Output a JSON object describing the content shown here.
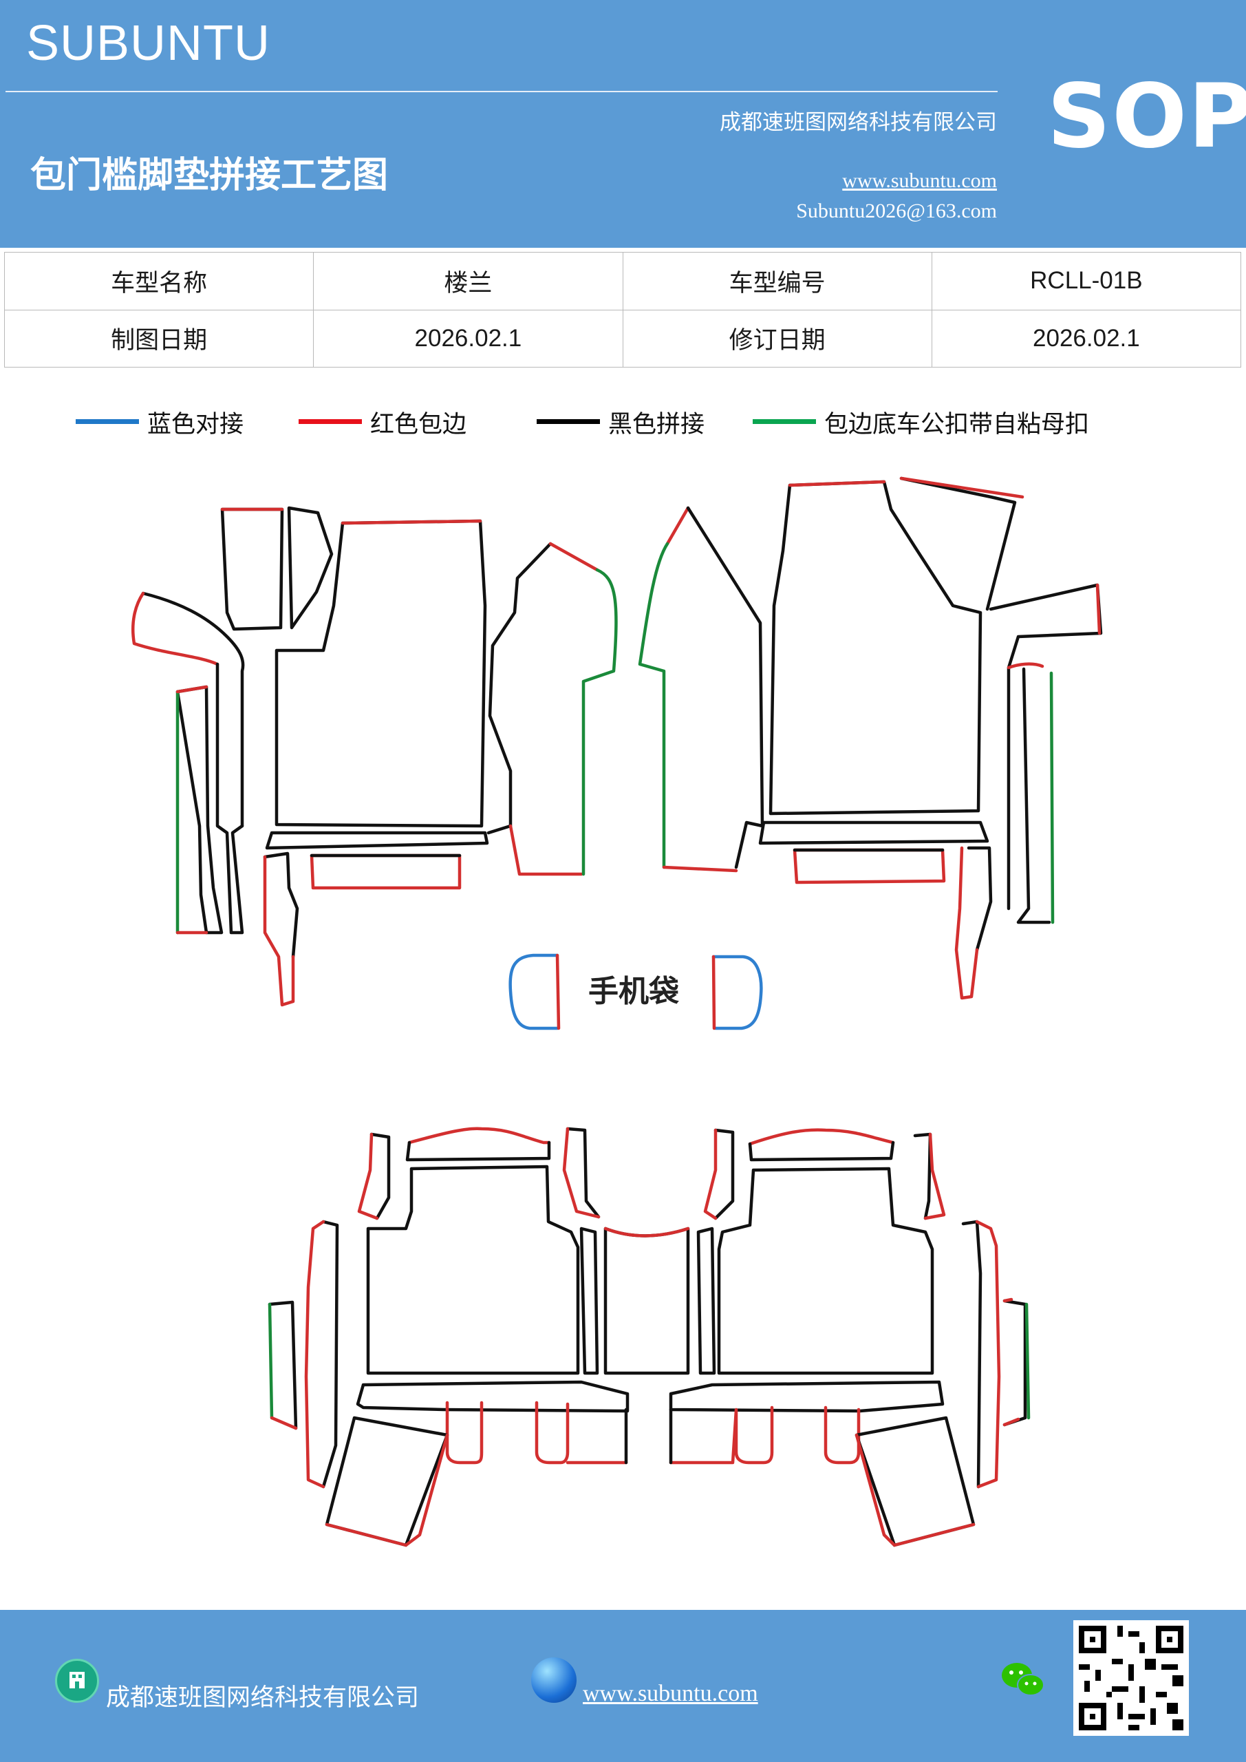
{
  "header": {
    "brand": "SUBUNTU",
    "title": "包门槛脚垫拼接工艺图",
    "company": "成都速班图网络科技有限公司",
    "website": "www.subuntu.com",
    "email": "Subuntu2026@163.com",
    "badge": "SOP"
  },
  "info_table": {
    "model_name_label": "车型名称",
    "model_name_value": "楼兰",
    "model_code_label": "车型编号",
    "model_code_value": "RCLL-01B",
    "draw_date_label": "制图日期",
    "draw_date_value": "2026.02.1",
    "revise_date_label": "修订日期",
    "revise_date_value": "2026.02.1"
  },
  "legend": [
    {
      "label": "蓝色对接",
      "color": "#1f78c8"
    },
    {
      "label": "红色包边",
      "color": "#e8101a"
    },
    {
      "label": "黑色拼接",
      "color": "#000000"
    },
    {
      "label": "包边底车公扣带自粘母扣",
      "color": "#0aa550"
    }
  ],
  "diagram": {
    "phone_pocket_label": "手机袋",
    "colors": {
      "edge_red": "#d32f2f",
      "seam_black": "#111111",
      "velcro_green": "#1a8a3a",
      "joint_blue": "#2f80d0"
    }
  },
  "footer": {
    "company": "成都速班图网络科技有限公司",
    "website": "www.subuntu.com",
    "icons": [
      "building-icon",
      "globe-icon",
      "wechat-icon",
      "qr-code"
    ]
  }
}
